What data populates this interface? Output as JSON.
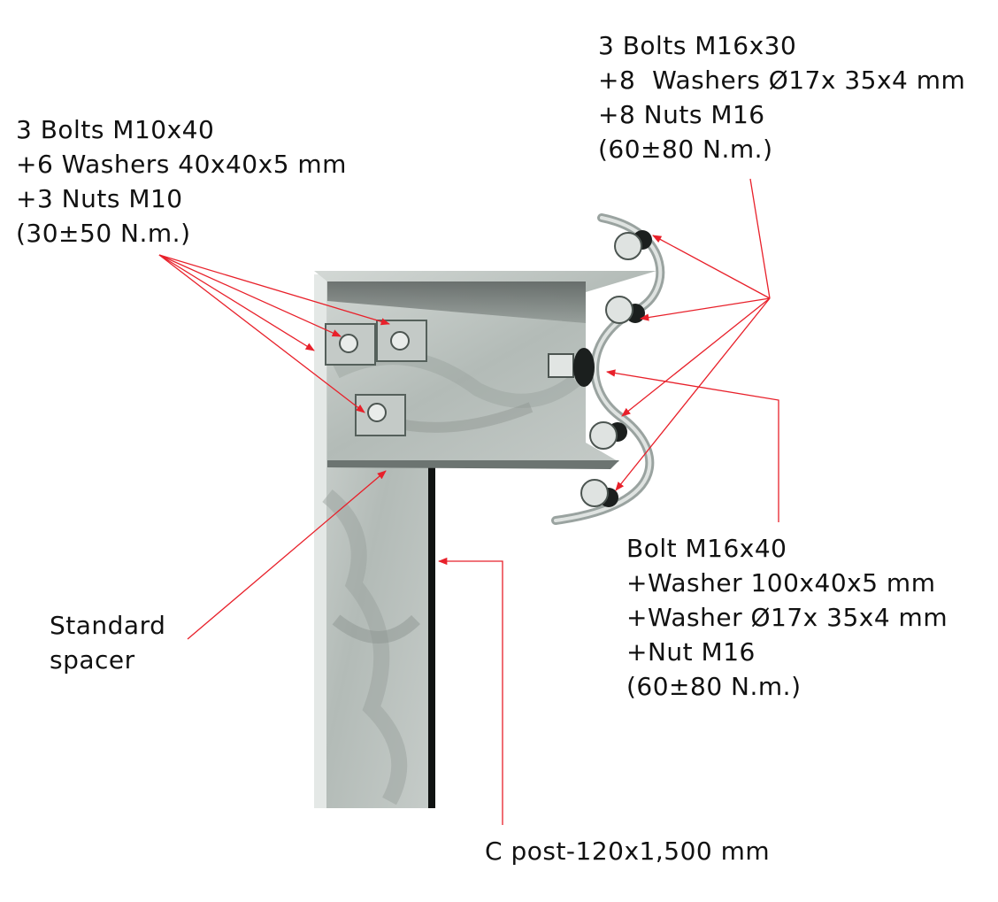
{
  "labels": {
    "bolts_m10": {
      "line1": "3 Bolts M10x40",
      "line2": "+6 Washers 40x40x5 mm",
      "line3": "+3 Nuts M10",
      "line4": "(30±50 N.m.)"
    },
    "bolts_m16x30": {
      "line1": "3 Bolts M16x30",
      "line2": "+8  Washers Ø17x 35x4 mm",
      "line3": "+8 Nuts M16",
      "line4": "(60±80 N.m.)"
    },
    "bolt_m16x40": {
      "line1": "Bolt M16x40",
      "line2": "+Washer 100x40x5 mm",
      "line3": "+Washer Ø17x 35x4 mm",
      "line4": "+Nut M16",
      "line5": "(60±80 N.m.)"
    },
    "spacer": {
      "line1": "Standard",
      "line2": "spacer"
    },
    "post": "C post-120x1,500 mm"
  },
  "colors": {
    "leader": "#e8202a",
    "steel_light": "#c9cfcc",
    "steel_mid": "#a9b1ad",
    "steel_dark": "#3a3f3d",
    "text": "#111111"
  }
}
